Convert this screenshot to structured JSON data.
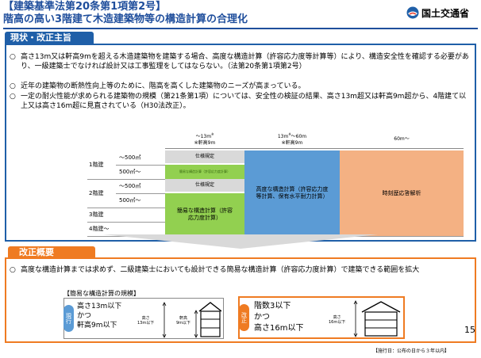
{
  "header": {
    "line1": "【建築基準法第20条第1項第2号】",
    "line2": "階高の高い3階建て木造建築物等の構造計算の合理化",
    "ministry": "国土交通省"
  },
  "status": {
    "label": "現状・改正主旨",
    "bullets": [
      {
        "mark": "○",
        "text": "高さ13m又は軒高9mを超える木造建築物を建築する場合、高度な構造計算（許容応力度等計算等）により、構造安全性を確認する必要があり、一級建築士でなければ設計又は工事監理をしてはならない。（法第20条第1項第2号）"
      },
      {
        "mark": "○",
        "text": "近年の建築物の断熱性向上等のために、階高を高くした建築物のニーズが高まっている。"
      },
      {
        "mark": "○",
        "text": "一定の耐火性能が求められる建築物の規模（第21条第1項）については、安全性の検証の結果、高さ13m超又は軒高9m超から、4階建て以上又は高さ16m超に見直されている（H30法改正）。"
      }
    ]
  },
  "table": {
    "col_headers": [
      {
        "main": "～13m",
        "sup": "※",
        "sub": "※軒高9m"
      },
      {
        "main": "13m",
        "sup": "※",
        "main2": "～60m",
        "sub": "※軒高9m"
      },
      {
        "main": "60m～"
      }
    ],
    "rows": {
      "r1": "1階建",
      "r2": "2階建",
      "r3": "3階建",
      "r4": "4階建～",
      "area_le": "～500㎡",
      "area_gt": "500㎡～"
    },
    "cells": {
      "spec1": "仕様規定",
      "simple_small": "簡易な構造計算（許容応力度計算）",
      "spec2": "仕様規定",
      "simple": "簡易な構造計算（許容応力度計算）",
      "advanced": "高度な構造計算（許容応力度等計算、保有水平耐力計算）",
      "timehistory": "時刻歴応答解析"
    }
  },
  "revision": {
    "label": "改正概要",
    "bullet": {
      "mark": "○",
      "text": "高度な構造計算までは求めず、二級建築士においても設計できる簡易な構造計算（許容応力度計算）で建築できる範囲を拡大"
    },
    "caption": "【簡易な構造計算の規模】",
    "current": {
      "badge": "現行",
      "line1": "高さ13m以下",
      "line2": "かつ",
      "line3": "軒高9m以下",
      "h_label1": "高さ",
      "h_label2": "13m以下",
      "e_label1": "軒高",
      "e_label2": "9m以下"
    },
    "after": {
      "badge": "改正",
      "line1": "階数3以下",
      "line2": "かつ",
      "line3": "高さ16m以下",
      "h_label1": "高さ",
      "h_label2": "16m以下"
    },
    "effective": "【施行日：公布の日から３年以内】"
  },
  "page_number": "15",
  "colors": {
    "title_blue": "#1f4e9c",
    "status_blue": "#1f5fa8",
    "revision_orange": "#ef7b22",
    "spec_gray": "#d9d9d9",
    "simple_green": "#92d050",
    "advanced_blue": "#5b9bd5",
    "timehistory_orange": "#f4b183"
  }
}
